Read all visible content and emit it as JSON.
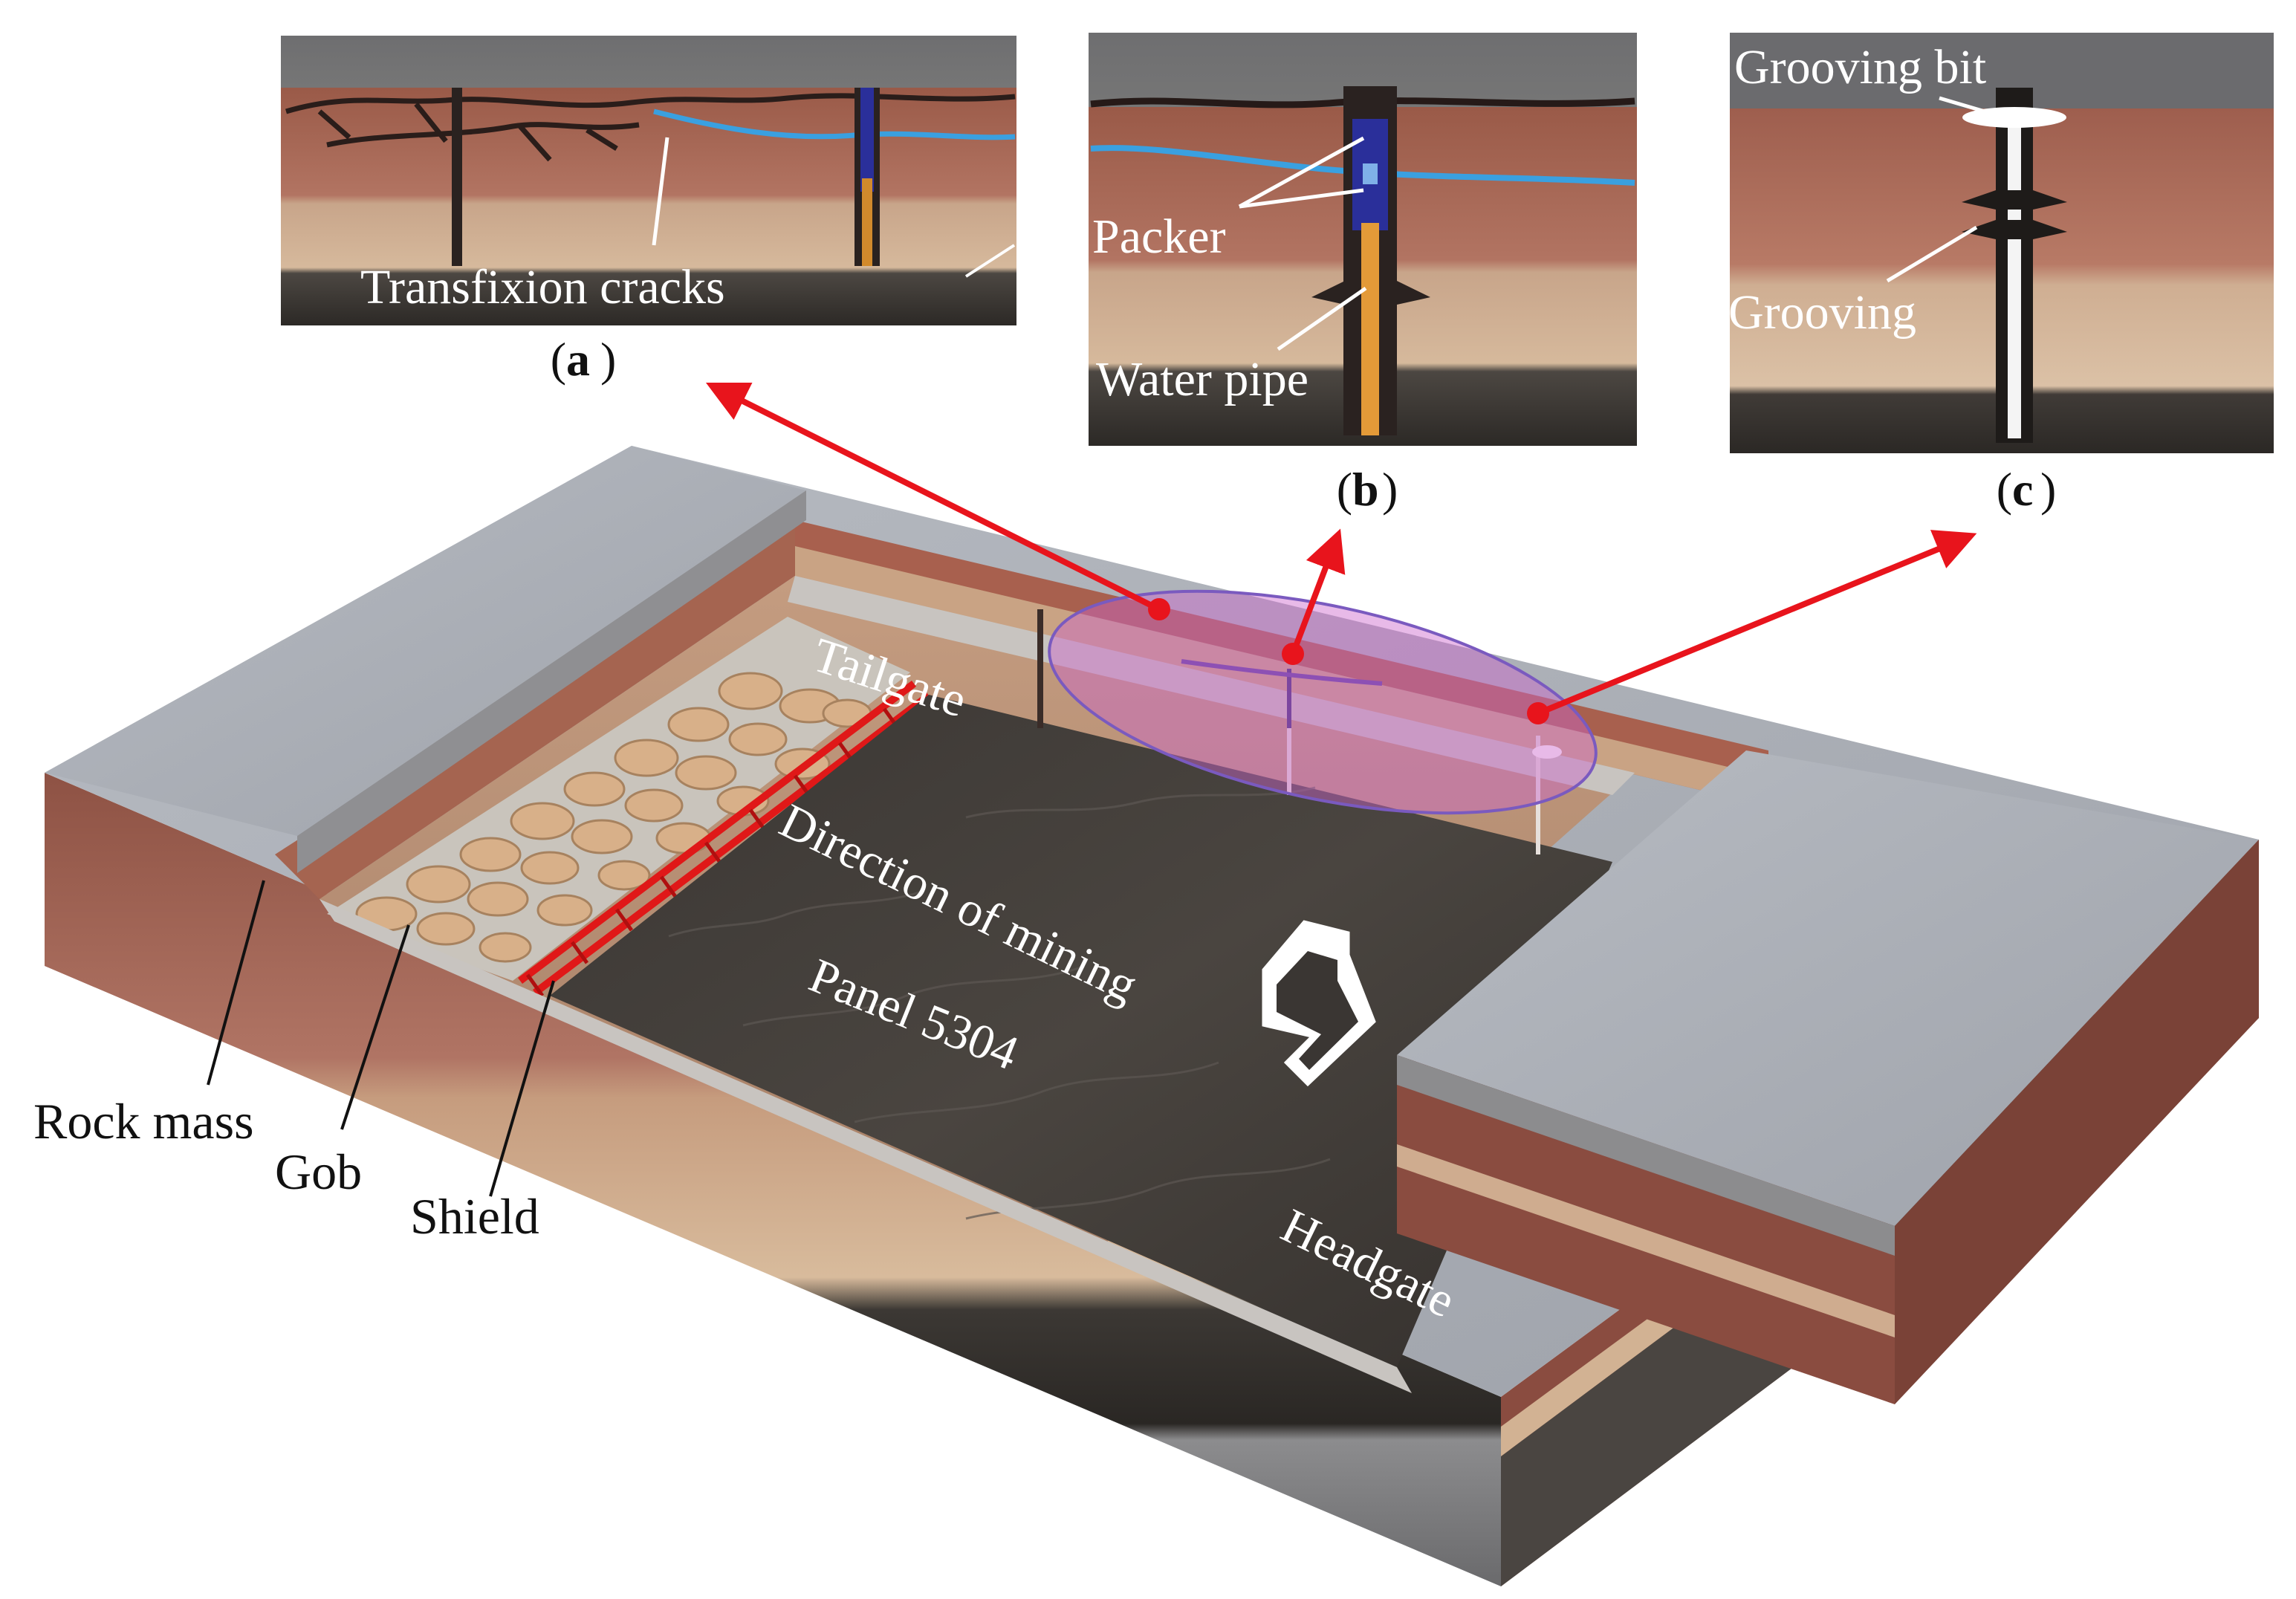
{
  "inset_a": {
    "label": "Transfixion cracks",
    "caption_open": "(",
    "caption_letter": "a",
    "caption_close": ")"
  },
  "inset_b": {
    "packer_label": "Packer",
    "pipe_label": "Water pipe",
    "caption_open": "(",
    "caption_letter": "b",
    "caption_close": ")"
  },
  "inset_c": {
    "bit_label": "Grooving bit",
    "groove_label": "Grooving",
    "caption_open": "(",
    "caption_letter": "c",
    "caption_close": ")"
  },
  "model": {
    "tailgate": "Tailgate",
    "direction": "Direction of mining",
    "panel": "Panel 5304",
    "headgate": "Headgate",
    "rock_mass": "Rock mass",
    "gob": "Gob",
    "shield": "Shield"
  },
  "colors": {
    "highlight_fill": "#cc66cc",
    "arrow": "#e8141c",
    "rock_band": "#a05a48",
    "sand_band": "#c9a07e",
    "cover": "#a7abb3",
    "coal_seam": "#3a3532",
    "water_line": "#3aa0e0",
    "packer": "#2a2f9a",
    "shield_red": "#e01818"
  }
}
